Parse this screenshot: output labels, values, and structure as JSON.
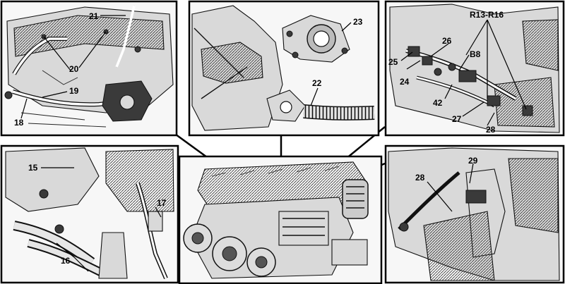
{
  "labels": {
    "p21": "21",
    "p20": "20",
    "p19": "19",
    "p18": "18",
    "p22": "22",
    "p23": "23",
    "p_r13_r16": "R13-R16",
    "p26": "26",
    "p25": "25",
    "p24": "24",
    "pB8": "B8",
    "p42": "42",
    "p27": "27",
    "p28_tr": "28",
    "p15": "15",
    "p17": "17",
    "p16": "16",
    "p29": "29",
    "p28_br": "28"
  }
}
